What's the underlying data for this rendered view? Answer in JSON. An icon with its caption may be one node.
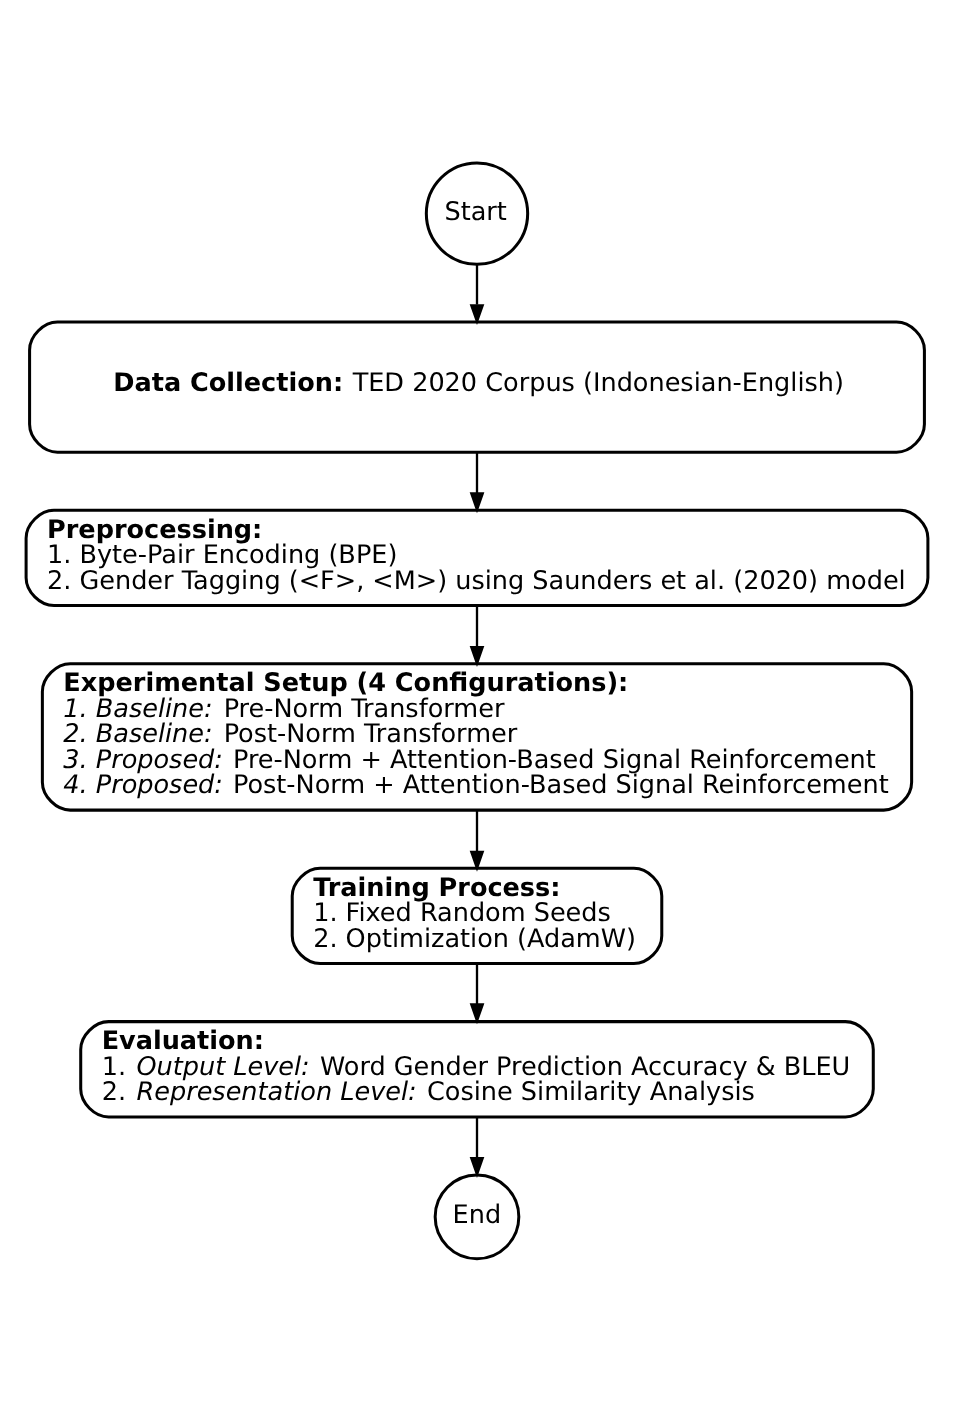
{
  "diagram": {
    "nodes": [
      {
        "text": [
          "Start"
        ]
      },
      {
        "text": [
          "**Data Collection:** TED 2020 Corpus (Indonesian-English)"
        ]
      },
      {
        "text": [
          "Preprocessing:",
          "1. Byte-Pair Encoding (BPE)",
          "2. Gender Tagging (<F>, <M>) using Saunders et al. (2020) model"
        ]
      },
      {
        "text": [
          "Experimental Setup (4 Configurations):",
          "*1. Baseline:* Pre-Norm Transformer",
          "*2. Baseline:* Post-Norm Transformer",
          "*3. Proposed:* Pre-Norm + Attention-Based Signal Reinforcement",
          "*4. Proposed:* Post-Norm + Attention-Based Signal Reinforcement"
        ]
      },
      {
        "text": [
          "Training Process:",
          "1. Fixed Random Seeds",
          "2. Optimization (AdamW)"
        ]
      },
      {
        "text": [
          "Evaluation:",
          "1. *Output Level:* Word Gender Prediction Accuracy & BLEU",
          "2. *Representation Level:* Cosine Similarity Analysis"
        ]
      },
      {
        "text": [
          "End"
        ]
      }
    ],
    "edges": [
      {
        "from": 0,
        "to": 1,
        "arrow": "to"
      },
      {
        "from": 1,
        "to": 2,
        "arrow": "to"
      },
      {
        "from": 2,
        "to": 3,
        "arrow": "to"
      },
      {
        "from": 3,
        "to": 4,
        "arrow": "to"
      },
      {
        "from": 4,
        "to": 5,
        "arrow": "to"
      },
      {
        "from": 5,
        "to": 6,
        "arrow": "to"
      }
    ]
  }
}
